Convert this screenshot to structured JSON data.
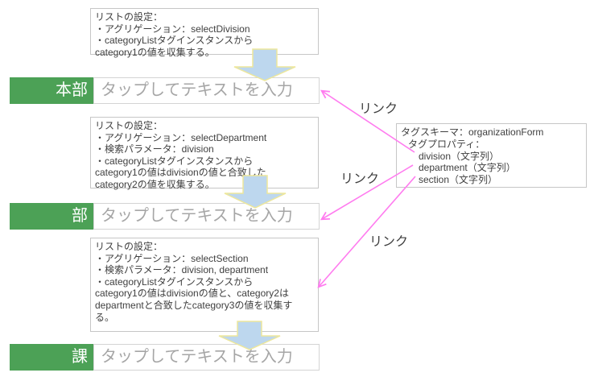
{
  "colors": {
    "label_green": "#4CA156",
    "link_pink": "#FF7BEF",
    "flow_arrow_fill": "#BDD7EE",
    "flow_arrow_stroke": "#EDE79B",
    "box_border": "#C6C6C6",
    "input_border": "#D4D4D4",
    "text_dark": "#3F3F3F",
    "placeholder_gray": "#A6A6A6"
  },
  "form_rows": [
    {
      "label": "本部",
      "placeholder": "タップしてテキストを入力"
    },
    {
      "label": "部",
      "placeholder": "タップしてテキストを入力"
    },
    {
      "label": "課",
      "placeholder": "タップしてテキストを入力"
    }
  ],
  "callouts": [
    {
      "lines": [
        "リストの設定：",
        "・アグリゲーション：selectDivision",
        "・categoryListタグインスタンスから",
        "category1の値を収集する。"
      ]
    },
    {
      "lines": [
        "リストの設定：",
        "・アグリゲーション：selectDepartment",
        "・検索パラメータ：division",
        "・categoryListタグインスタンスから",
        "category1の値はdivisionの値と合致した",
        "category2の値を収集する。"
      ]
    },
    {
      "lines": [
        "リストの設定：",
        "・アグリゲーション：selectSection",
        "・検索パラメータ：division, department",
        "・categoryListタグインスタンスから",
        "category1の値はdivisionの値と、category2は",
        "departmentと合致したcategory3の値を収集す",
        "る。"
      ]
    }
  ],
  "schema_box": {
    "lines": [
      "タグスキーマ：organizationForm",
      "タグプロパティ：",
      "division（文字列）",
      "department（文字列）",
      "section（文字列）"
    ]
  },
  "link_labels": [
    "リンク",
    "リンク",
    "リンク"
  ]
}
